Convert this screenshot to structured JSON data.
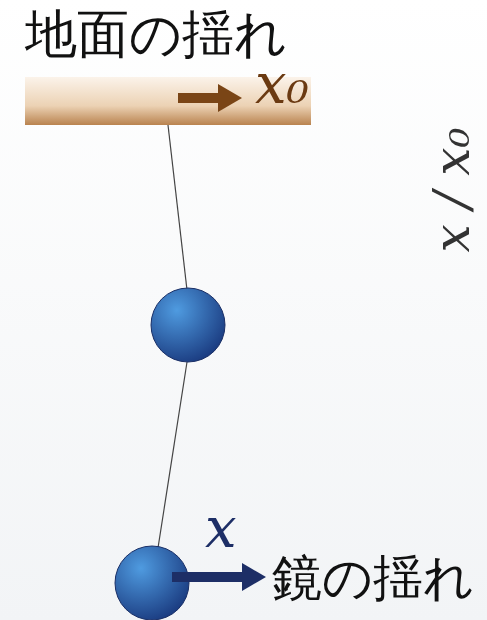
{
  "diagram": {
    "nodes": [
      {
        "text": [
          "地面の揺れ",
          "x₀"
        ]
      }
    ],
    "labels": [
      "x",
      "鏡の揺れ",
      "x / x₀"
    ]
  }
}
